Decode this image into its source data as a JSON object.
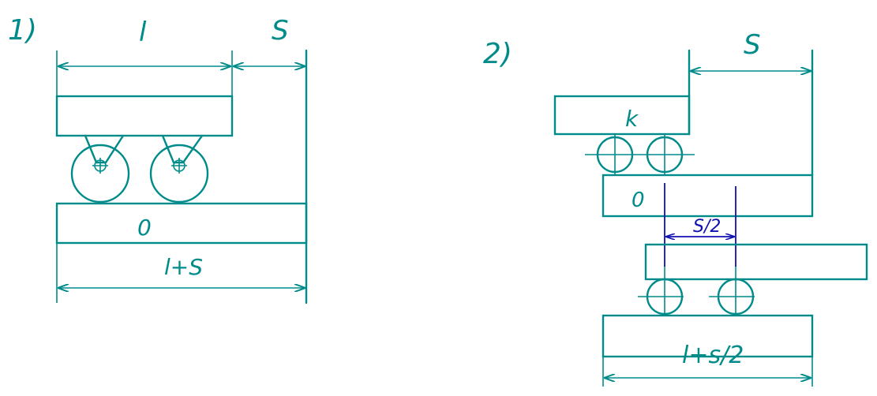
{
  "figure1": {
    "number": "1)",
    "top_length_label": "l",
    "stroke_label": "S",
    "body_label": "0",
    "total_label": "l+S"
  },
  "figure2": {
    "number": "2)",
    "stroke_label": "S",
    "upper_carriage_label": "k",
    "middle_label": "0",
    "half_stroke_label": "S/2",
    "total_label": "l+s/2"
  },
  "colors": {
    "line": "#008b8b",
    "dimension_blue": "#1010b0"
  }
}
